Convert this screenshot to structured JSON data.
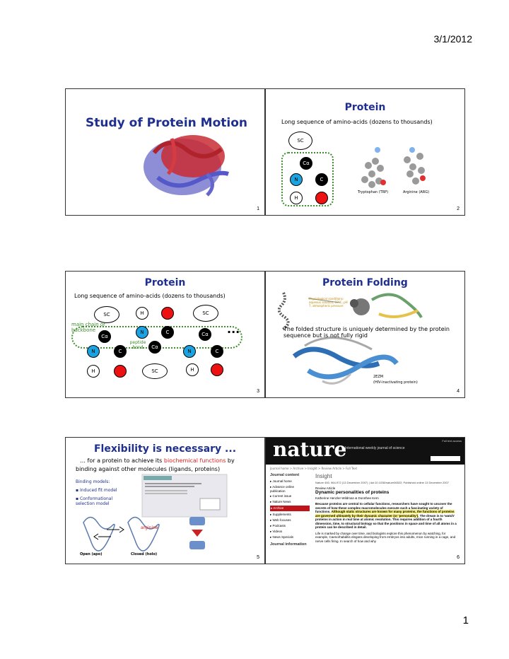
{
  "header": {
    "date": "3/1/2012"
  },
  "footer": {
    "page": "1"
  },
  "slides": [
    {
      "num": "1",
      "title": "Study of Protein Motion"
    },
    {
      "num": "2",
      "title": "Protein",
      "subtitle": "Long sequence of amino-acids (dozens to thousands)",
      "labels": {
        "sc": "SC",
        "ca": "Cα",
        "n": "N",
        "c": "C",
        "h": "H",
        "trp": "Tryptophan (TRP)",
        "arg": "Arginine (ARG)"
      }
    },
    {
      "num": "3",
      "title": "Protein",
      "subtitle": "Long sequence of amino-acids (dozens to thousands)",
      "labels": {
        "sc": "SC",
        "h": "H",
        "n": "N",
        "c": "C",
        "ca": "Cα",
        "mainchain": "main chain or backbone",
        "peptide": "peptide bond",
        "dots": "..."
      }
    },
    {
      "num": "4",
      "title": "Protein Folding",
      "text": "The folded structure is uniquely determined by the protein sequence but is not fully rigid",
      "conditions": "Physiological conditions: aqueous solution, 37°C, pH 7, atmospheric pressure",
      "caption1": "2EZM",
      "caption2": "(HIV-inactivating protein)"
    },
    {
      "num": "5",
      "title": "Flexibility is necessary ...",
      "line1a": "… for a protein to achieve its ",
      "line1b": "biochemical functions",
      "line1c": " by",
      "line2": "binding against other molecules (ligands, proteins)",
      "binding_title": "Binding models:",
      "bullets": [
        "Induced fit model",
        "Conformational selection model"
      ],
      "arginine": "arginine",
      "open": "Open (apo)",
      "closed": "Closed (holo)"
    },
    {
      "num": "6",
      "logo": "nature",
      "tagline": "International weekly journal of science",
      "insight": "Insight",
      "review": "Review Article",
      "article": "Dynamic personalities of proteins",
      "authors": "Katherine Henzler-Wildman & Dorothee Kern",
      "journal_content": "Journal content",
      "journal_info": "Journal information",
      "nav": [
        "Journal home",
        "Advance online publication",
        "Current issue",
        "Nature News",
        "Archive",
        "Supplements",
        "Web focuses",
        "Podcasts",
        "Videos",
        "News Specials"
      ],
      "body": "Because proteins are central to cellular functions, researchers have sought to uncover the secrets of how these complex macromolecules execute such a fascinating variety of functions.",
      "highlight": "Although static structures are known for many proteins, the functions of proteins are governed ultimately by their dynamic character (or 'personality').",
      "body2": "The dream is to 'watch' proteins in action in real time at atomic resolution. This requires addition of a fourth dimension, time, to structural biology so that the positions in space and time of all atoms in a protein can be described in detail.",
      "body3": "Life is marked by change over time, and biologists explore this phenomenon by watching, for example, Caenorhabditis elegans developing from embryos into adults, mice running in a cage, and nerve cells firing. In search of how and why",
      "breadcrumb": "Journal home > Archive > Insight > Review Article > Full Text",
      "cite": "Nature 450, 964-972 (13 December 2007) | doi:10.1038/nature06522; Published online 13 December 2007",
      "fulltext": "Full text access"
    }
  ]
}
